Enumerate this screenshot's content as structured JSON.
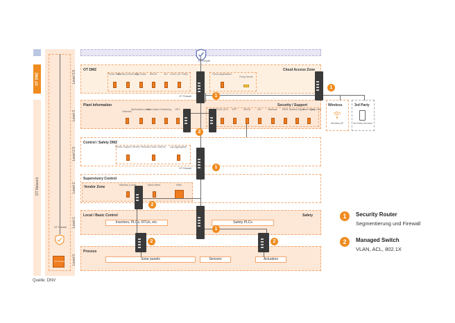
{
  "levels": {
    "l35": "Level 3.5",
    "l3": "Level 3",
    "l25": "Level 2.5",
    "l2": "Level 2",
    "l1": "Level 1",
    "l0": "Level 0"
  },
  "left": {
    "ot_dmz": "OT DMZ",
    "ot_network": "OT Network",
    "ot_firewall": "OT Firewall",
    "ot_sensors": "IoT Sensors"
  },
  "zones": {
    "ot_dmz": "OT DMZ",
    "cloud_access": "Cloud Access Zone",
    "plant_info": "Plant Information",
    "security_support": "Security / Support",
    "wireless": "Wireless",
    "third_party": "3rd Party",
    "control_safety": "Control / Safety DMZ",
    "supervisory": "Supervisory Control",
    "vendor": "Vendor Zone",
    "local_basic": "Local / Basic Control",
    "safety": "Safety",
    "process": "Process"
  },
  "devices": {
    "dmz": [
      "Power Gate",
      "Historian (Read only)",
      "File Share",
      "WSUS",
      "A/V",
      "DCAC (OT DMZ)"
    ],
    "cloud": [
      "Cloud Applications",
      "Proxy Server"
    ],
    "plant": [
      "Historian",
      "Optimization Alarm",
      "Alarm Alarm",
      "Monitoring",
      "OPC"
    ],
    "security": [
      "DCAC (OT)",
      "NTP",
      "WSUS",
      "A/V",
      "Backups",
      "SIEM",
      "Network Mgmt.",
      "Asset Mgmt.",
      "Jump Host"
    ],
    "gps": "GPS Receiver",
    "wireless_ap": "Wireless AP",
    "third_party_svc": "3rd Party Services",
    "control": [
      "Vendor Support Servers",
      "Historian Data Collector",
      "Log Aggregation"
    ],
    "vendor": [
      "Historian (Local)",
      "Alarm Alerts",
      "HMIs"
    ]
  },
  "boxes": {
    "inverters": "Inverters, PLCs, RTUs, etc.",
    "safety_plcs": "Safety PLCs",
    "solar": "Solar panels",
    "sensors": "Sensors",
    "actuators": "Actuators"
  },
  "firewall_labels": [
    "OT Firewall",
    "OT Firewall",
    "OT Firewall"
  ],
  "legend": [
    {
      "num": "1",
      "title": "Security Router",
      "desc": "Segmentierung und Firewall"
    },
    {
      "num": "2",
      "title": "Managed Switch",
      "desc": "VLAN, ACL, 802.1X"
    }
  ],
  "badges": {
    "router": "1",
    "switch": "2"
  },
  "source": "Quelle: DNV",
  "colors": {
    "accent": "#ef8b1f",
    "zone_fill": "#fde7d6",
    "zone_border": "#f2a870",
    "lavender": "#e9e6f5",
    "device_dark": "#3a3a3a"
  }
}
